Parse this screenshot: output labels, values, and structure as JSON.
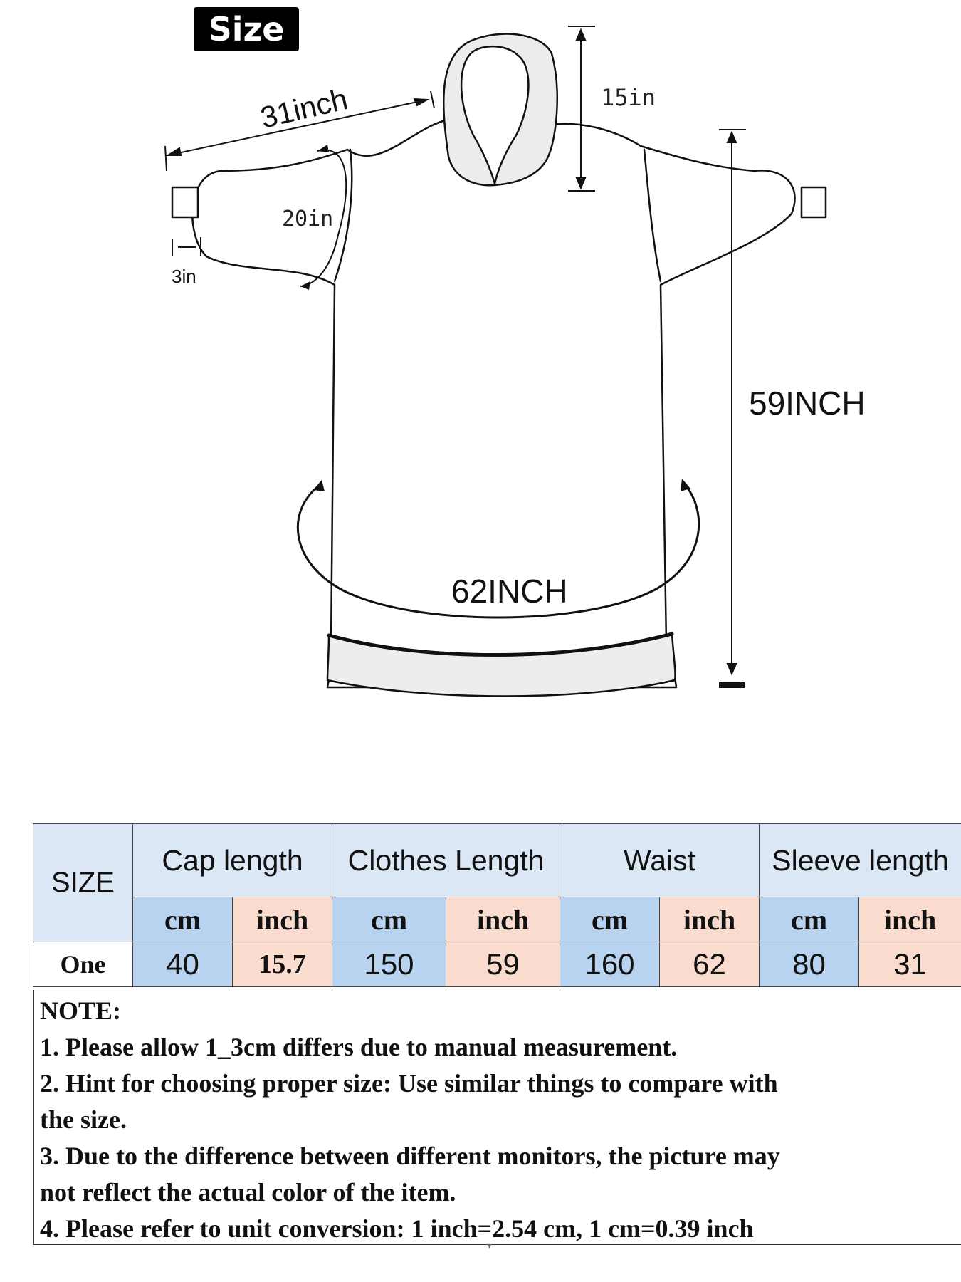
{
  "badge": "Size",
  "diagram": {
    "sleeve_width_label": "31inch",
    "armhole_label": "20in",
    "cuff_label": "3in",
    "hood_label": "15in",
    "length_label": "59INCH",
    "waist_label": "62INCH"
  },
  "table": {
    "size_header": "SIZE",
    "groups": [
      "Cap length",
      "Clothes Length",
      "Waist",
      "Sleeve length"
    ],
    "units": [
      "cm",
      "inch",
      "cm",
      "inch",
      "cm",
      "inch",
      "cm",
      "inch"
    ],
    "row_label": "One",
    "values": [
      "40",
      "15.7",
      "150",
      "59",
      "160",
      "62",
      "80",
      "31"
    ]
  },
  "notes": [
    "NOTE:",
    "1. Please allow 1_3cm differs due to manual measurement.",
    "2. Hint for choosing proper size: Use similar things to compare with",
    "the size.",
    "3. Due to the difference between different monitors, the picture may",
    "not reflect the actual color of the item.",
    "4. Please refer to unit conversion: 1 inch=2.54 cm, 1 cm=0.39 inch"
  ],
  "colors": {
    "header": "#dbe7f5",
    "cm": "#b7d3ef",
    "inch": "#f9dccd",
    "badge": "#000000"
  }
}
